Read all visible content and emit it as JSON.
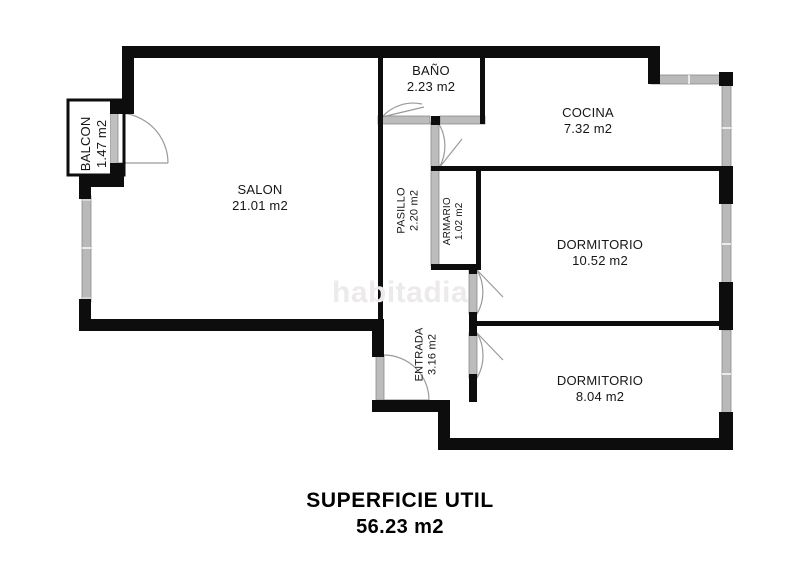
{
  "document": {
    "type": "floor-plan",
    "watermark": "habitadia",
    "background_color": "#ffffff",
    "wall_color": "#0d0d0d",
    "window_color": "#b5b5b5",
    "door_arc_color": "#8c8c8c",
    "text_color": "#161616"
  },
  "summary": {
    "title": "SUPERFICIE UTIL",
    "area": "56.23 m2"
  },
  "rooms": [
    {
      "id": "balcon",
      "name": "BALCON",
      "area": "1.47 m2",
      "orientation": "vertical"
    },
    {
      "id": "salon",
      "name": "SALON",
      "area": "21.01 m2",
      "orientation": "horizontal"
    },
    {
      "id": "bano",
      "name": "BAÑO",
      "area": "2.23 m2",
      "orientation": "horizontal"
    },
    {
      "id": "cocina",
      "name": "COCINA",
      "area": "7.32 m2",
      "orientation": "horizontal"
    },
    {
      "id": "pasillo",
      "name": "PASILLO",
      "area": "2.20 m2",
      "orientation": "vertical"
    },
    {
      "id": "armario",
      "name": "ARMARIO",
      "area": "1.02 m2",
      "orientation": "vertical"
    },
    {
      "id": "entrada",
      "name": "ENTRADA",
      "area": "3.16 m2",
      "orientation": "vertical"
    },
    {
      "id": "dormitorio1",
      "name": "DORMITORIO",
      "area": "10.52 m2",
      "orientation": "horizontal"
    },
    {
      "id": "dormitorio2",
      "name": "DORMITORIO",
      "area": "8.04 m2",
      "orientation": "horizontal"
    }
  ]
}
